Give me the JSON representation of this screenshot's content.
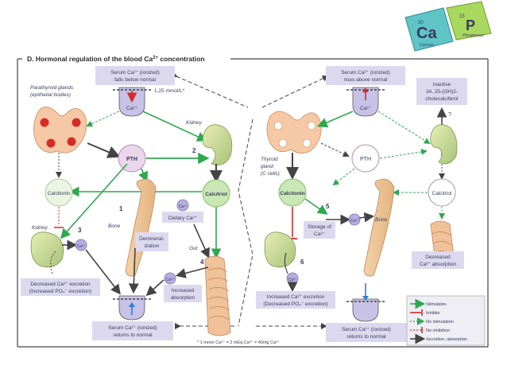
{
  "title": "D. Hormonal regulation of the blood Ca",
  "title_sup": "2+",
  "title_end": " concentration",
  "logo": {
    "tile1_num": "20",
    "tile1_sym": "Ca",
    "tile1_name": "Calcium",
    "tile2_num": "15",
    "tile2_sym": "P",
    "tile2_name": "Phosphorus"
  },
  "left": {
    "serum_low_1": "Serum Ca²⁺ (ionized)",
    "serum_low_2": "falls below normal",
    "conc": "1.25 mmol/L*",
    "ca_label": "Ca²⁺",
    "parathyroid_1": "Parathyroid glands",
    "parathyroid_2": "(epithelial bodies)",
    "pth": "PTH",
    "kidney_top": "Kidney",
    "calcitriol": "Calcitriol",
    "calcitonin": "Calcitonin",
    "bone": "Bone",
    "demin_1": "Demineral-",
    "demin_2": "ization",
    "dietary": "Dietary Ca²⁺",
    "gut": "Gut",
    "kidney_left": "Kidney",
    "dec_exc_1": "Decreased Ca²⁺ excretion",
    "dec_exc_2": "(Increased PO₄⁻ excretion)",
    "inc_abs_1": "Increased",
    "inc_abs_2": "absorption",
    "serum_norm_1": "Serum Ca²⁺ (ionized)",
    "serum_norm_2": "returns to normal",
    "n1": "1",
    "n2": "2",
    "n3": "3",
    "n4": "4"
  },
  "right": {
    "serum_high_1": "Serum Ca²⁺ (ionized)",
    "serum_high_2": "rises above normal",
    "ca_label": "Ca²⁺",
    "inactive_1": "Inactive",
    "inactive_2": "24, 25-(OH)2-",
    "inactive_3": "cholecalciferol",
    "q": "?",
    "thyroid_1": "Thyroid",
    "thyroid_2": "gland",
    "thyroid_3": "(C cells)",
    "pth": "PTH",
    "calcitonin": "Calcitonin",
    "calcitriol": "Calcitriol",
    "bone": "Bone",
    "storage_1": "Storage of",
    "storage_2": "Ca²⁺",
    "dec_abs_1": "Decreased",
    "dec_abs_2": "Ca²⁺ absorption",
    "inc_exc_1": "Increased Ca²⁺ excretion",
    "inc_exc_2": "(Decreased PO₄⁻ excretion)",
    "serum_norm_1": "Serum Ca²⁺ (ionized)",
    "serum_norm_2": "returns to normal",
    "n5": "5",
    "n6": "6"
  },
  "footnote": "* 1 mmol Ca²⁺ = 2 mEq Ca²⁺ = 40mg Ca²⁺",
  "legend": {
    "stimulates": "Stimulates",
    "inhibits": "Inhibits",
    "no_stimulation": "No stimulation",
    "no_inhibition": "No inhibition",
    "secretion": "Secretion, absorption"
  },
  "colors": {
    "green": "#2fa84f",
    "red": "#d62b2b",
    "grey": "#444444",
    "box": "#dcd9ef",
    "tissue": "#f6c9a6",
    "node_green": "#c9e8b6"
  }
}
